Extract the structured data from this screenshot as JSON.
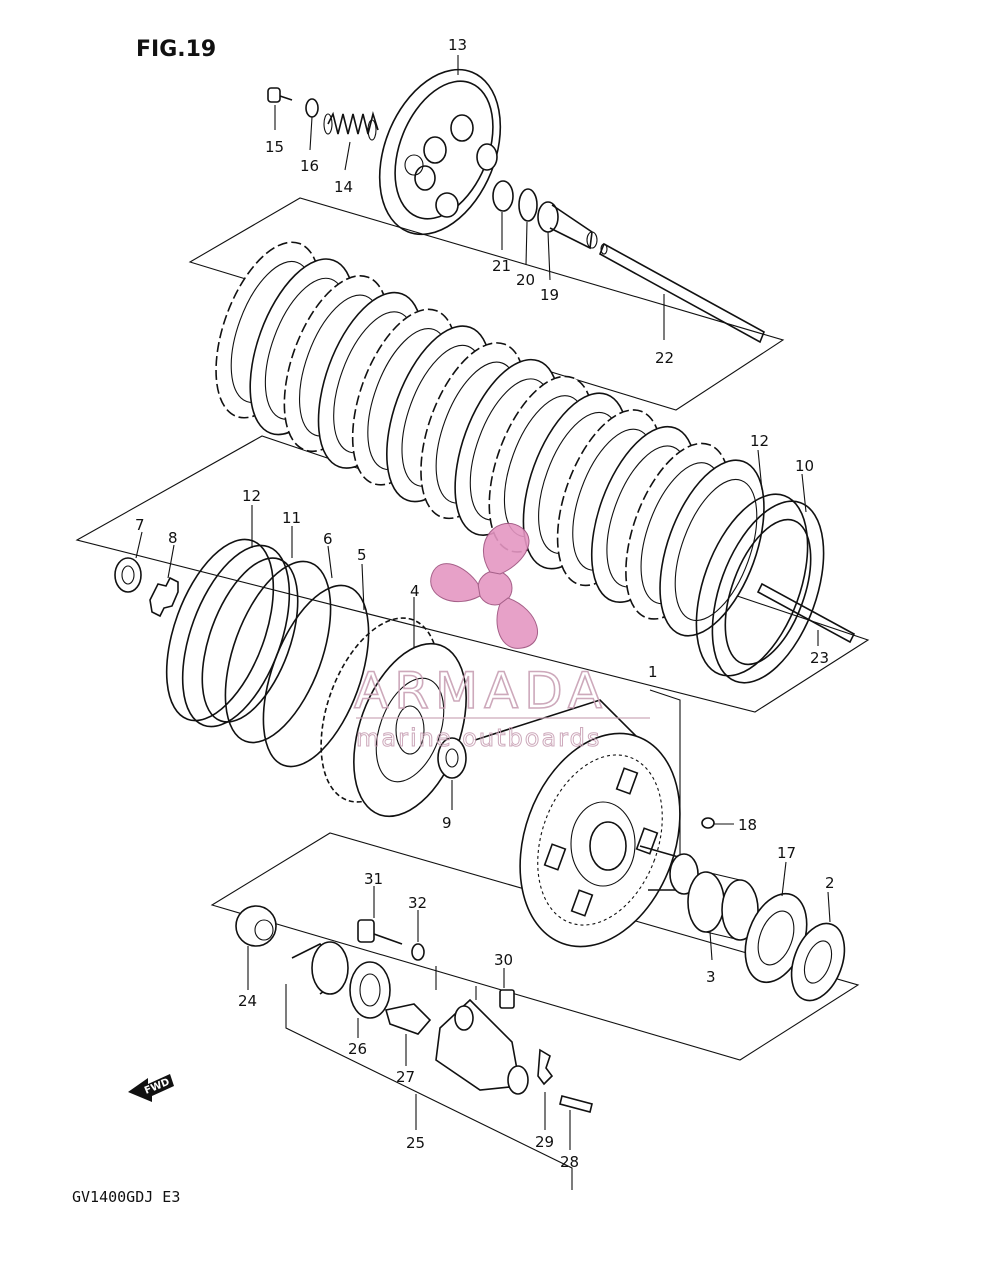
{
  "figure_title": "FIG.19",
  "model_code": "GV1400GDJ E3",
  "fwd_label": "FWD",
  "watermark": {
    "brand": "ARMADA",
    "tagline": "marine outboards",
    "color": "#e597c3"
  },
  "part_labels": [
    "1",
    "2",
    "3",
    "4",
    "5",
    "6",
    "7",
    "8",
    "9",
    "10",
    "11",
    "12",
    "12",
    "13",
    "14",
    "15",
    "16",
    "17",
    "18",
    "19",
    "20",
    "21",
    "22",
    "23",
    "24",
    "25",
    "26",
    "27",
    "28",
    "29",
    "30",
    "31",
    "32"
  ]
}
